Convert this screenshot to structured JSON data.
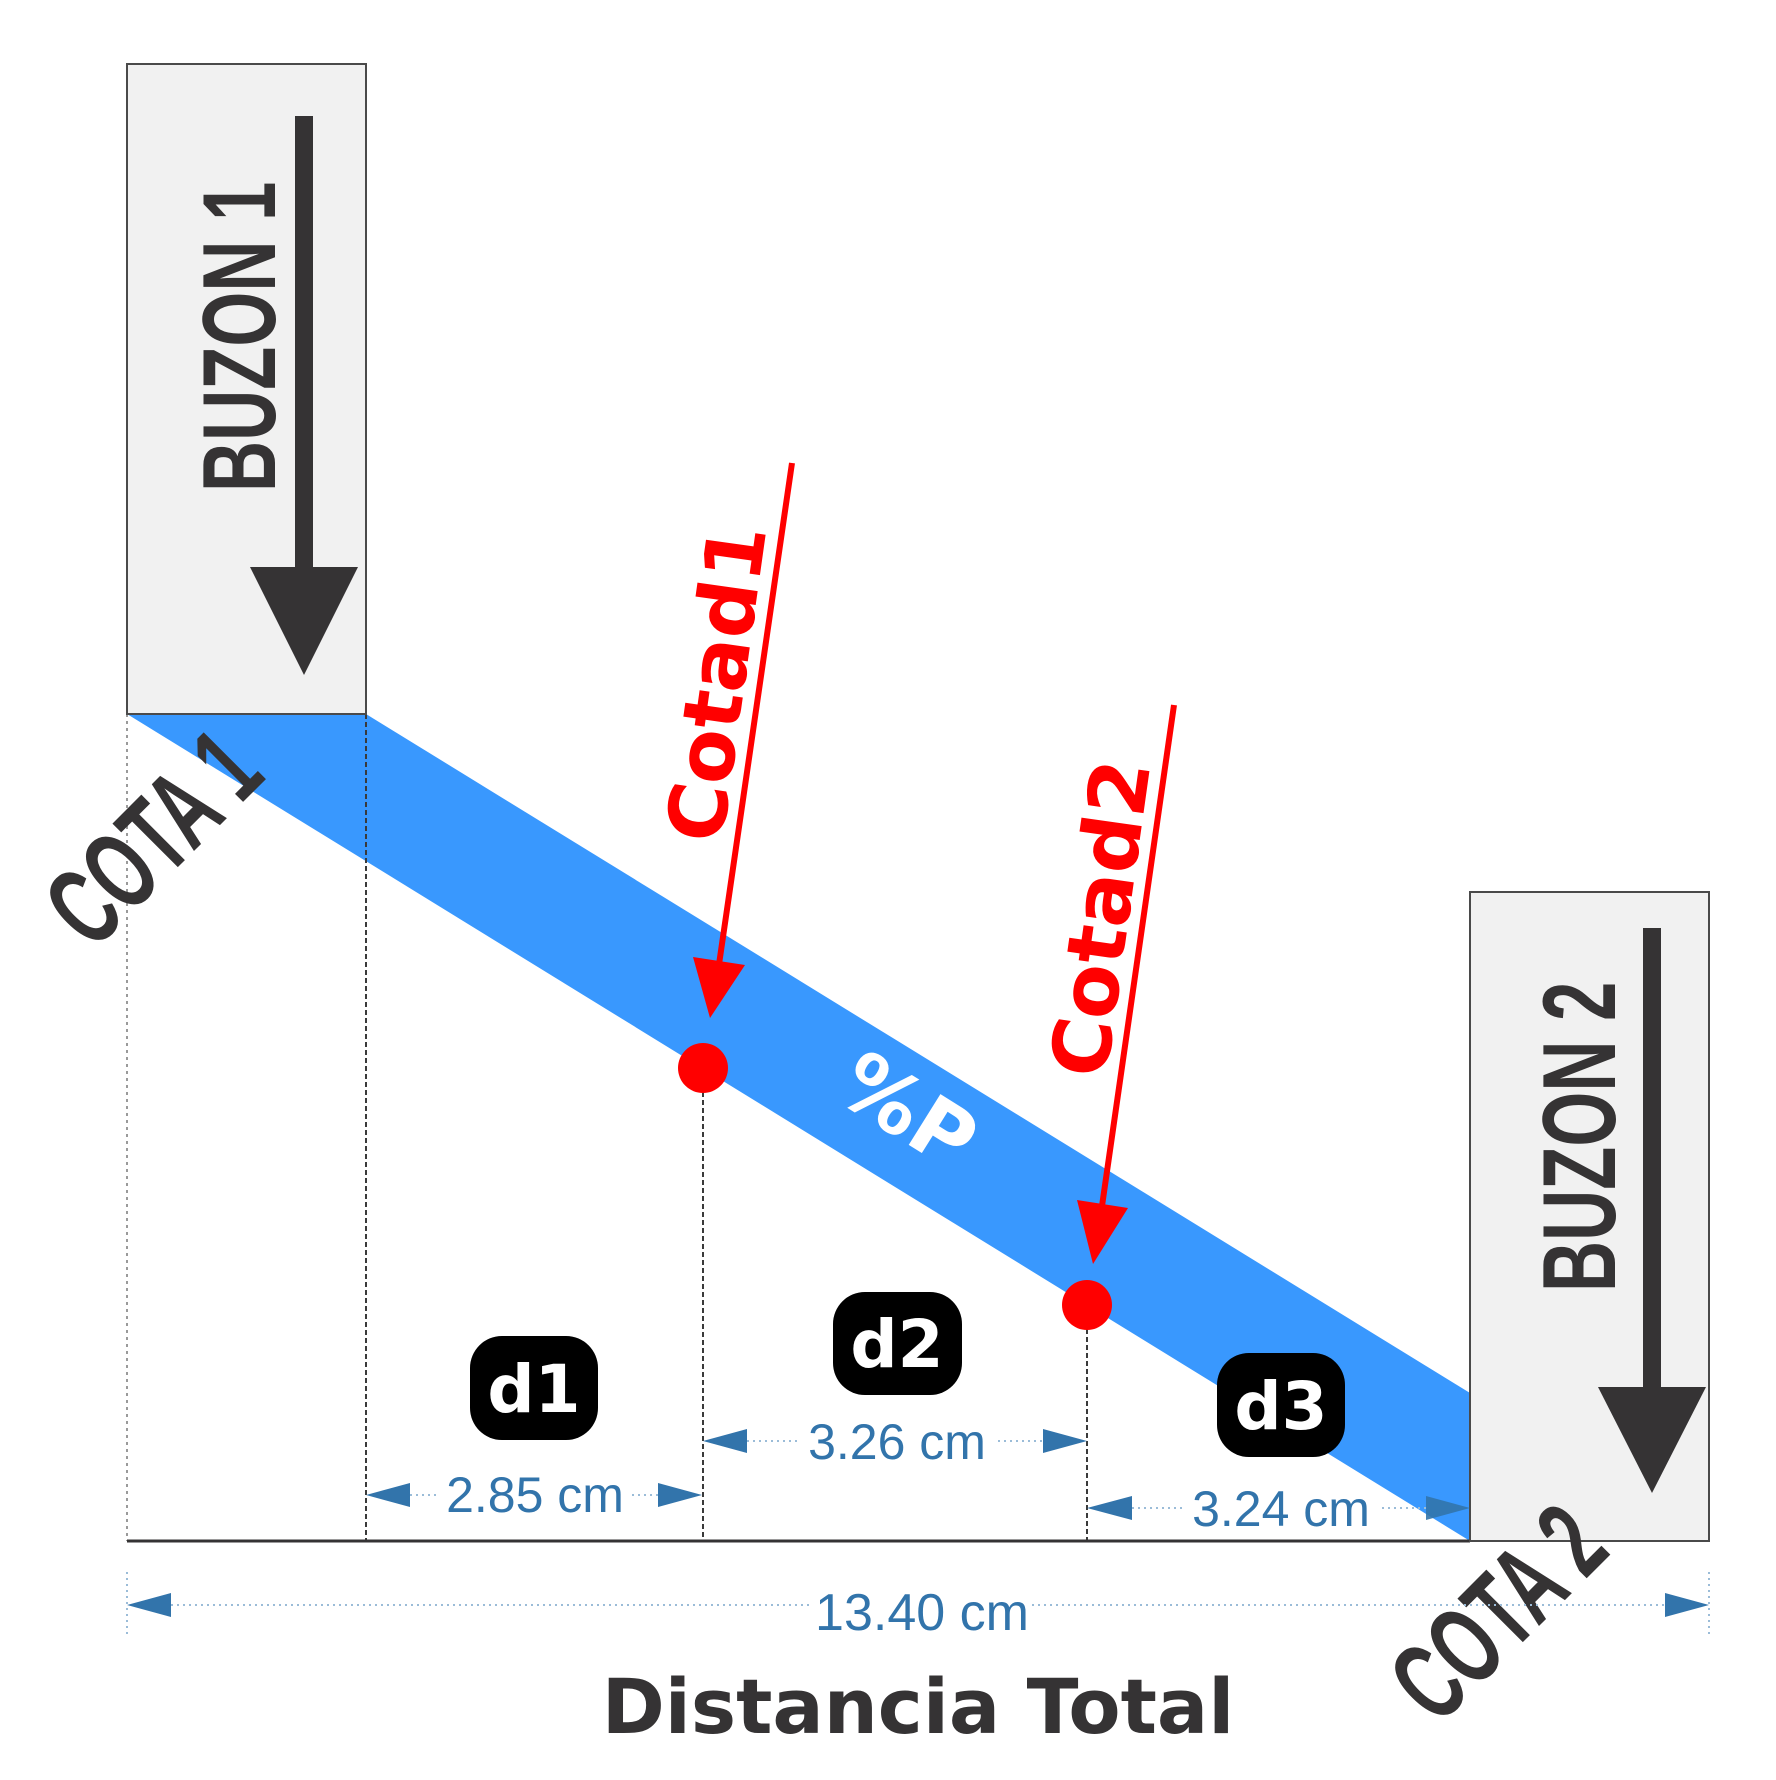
{
  "colors": {
    "pipe": "#3998fe",
    "box_fill": "#f1f1f1",
    "box_stroke": "#4a4a4a",
    "dark": "#353334",
    "red": "#ff0000",
    "dimension": "#3274ab",
    "badge": "#000000"
  },
  "manholes": [
    {
      "label": "BUZON 1",
      "level_label": "COTA 1",
      "flow_icon": "arrow-down-icon"
    },
    {
      "label": "BUZON 2",
      "level_label": "COTA 2",
      "flow_icon": "arrow-down-icon"
    }
  ],
  "slope_label": "%P",
  "intermediate_levels": [
    {
      "label": "Cotad1"
    },
    {
      "label": "Cotad2"
    }
  ],
  "segments": [
    {
      "badge": "d1",
      "length": "2.85 cm"
    },
    {
      "badge": "d2",
      "length": "3.26 cm"
    },
    {
      "badge": "d3",
      "length": "3.24 cm"
    }
  ],
  "total": {
    "length": "13.40 cm",
    "caption": "Distancia Total"
  }
}
